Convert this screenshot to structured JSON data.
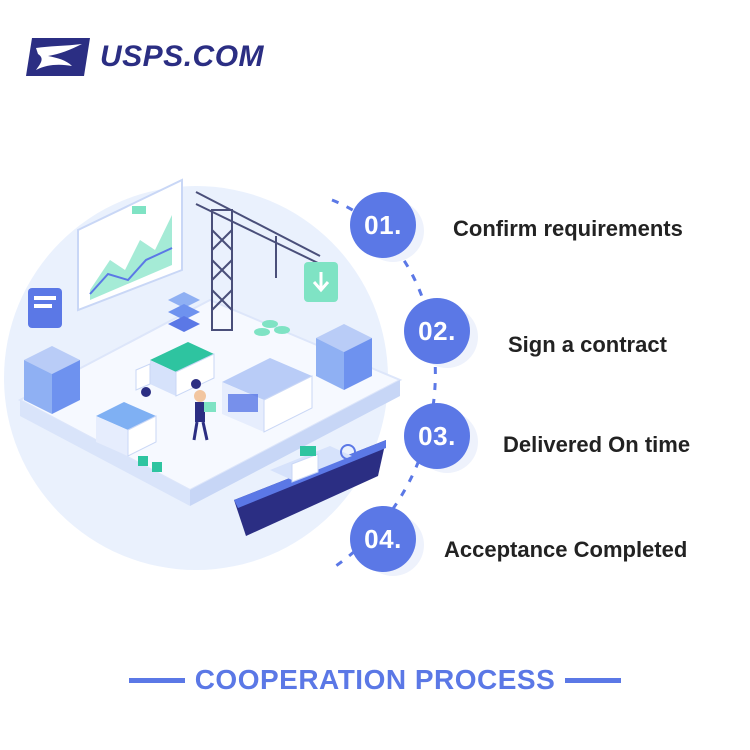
{
  "brand": {
    "name": "USPS.COM",
    "color": "#2b2e83"
  },
  "steps": [
    {
      "number": "01.",
      "label": "Confirm requirements"
    },
    {
      "number": "02.",
      "label": "Sign a contract"
    },
    {
      "number": "03.",
      "label": "Delivered On time"
    },
    {
      "number": "04.",
      "label": "Acceptance Completed"
    }
  ],
  "footer": {
    "title": "COOPERATION PROCESS"
  },
  "colors": {
    "accent": "#5b78e6",
    "text": "#222222",
    "illustration_bg": "#eaf1fd"
  },
  "icons": {
    "logo": "eagle-logo-icon",
    "illustration": "logistics-isometric-illustration"
  }
}
